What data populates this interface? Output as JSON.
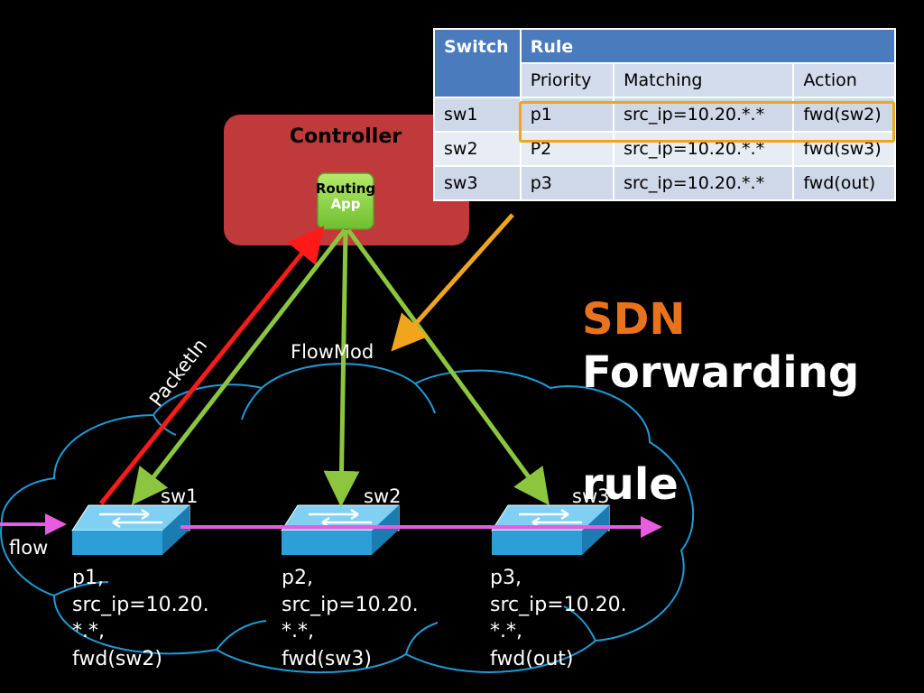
{
  "controller": {
    "label": "Controller",
    "app_line1": "Routing",
    "app_line2": "App"
  },
  "table": {
    "switch_header": "Switch",
    "rule_header": "Rule",
    "columns": [
      "Priority",
      "Matching",
      "Action"
    ],
    "rows": [
      {
        "switch": "sw1",
        "priority": "p1",
        "matching": "src_ip=10.20.*.*",
        "action": "fwd(sw2)"
      },
      {
        "switch": "sw2",
        "priority": "P2",
        "matching": "src_ip=10.20.*.*",
        "action": "fwd(sw3)"
      },
      {
        "switch": "sw3",
        "priority": "p3",
        "matching": "src_ip=10.20.*.*",
        "action": "fwd(out)"
      }
    ]
  },
  "title": {
    "line1": "SDN",
    "line2": "Forwarding",
    "line3": "rule"
  },
  "labels": {
    "packet_in": "PacketIn",
    "flow_mod": "FlowMod",
    "flow": "flow"
  },
  "switches": [
    {
      "name": "sw1",
      "rule_lines": [
        "p1,",
        "src_ip=10.20.",
        "*.*,",
        "fwd(sw2)"
      ]
    },
    {
      "name": "sw2",
      "rule_lines": [
        "p2,",
        "src_ip=10.20.",
        "*.*,",
        "fwd(sw3)"
      ]
    },
    {
      "name": "sw3",
      "rule_lines": [
        "p3,",
        "src_ip=10.20.",
        "*.*,",
        "fwd(out)"
      ]
    }
  ],
  "colors": {
    "controller": "#c0393b",
    "app": "#8dd24a",
    "packet_in": "#ff1a1a",
    "flow_mod": "#8cc63f",
    "highlight": "#f0a51c",
    "flow": "#e85ce0",
    "cloud": "#1e9bd7",
    "switch": "#2b9fd6",
    "sdn_text": "#e8731c"
  }
}
